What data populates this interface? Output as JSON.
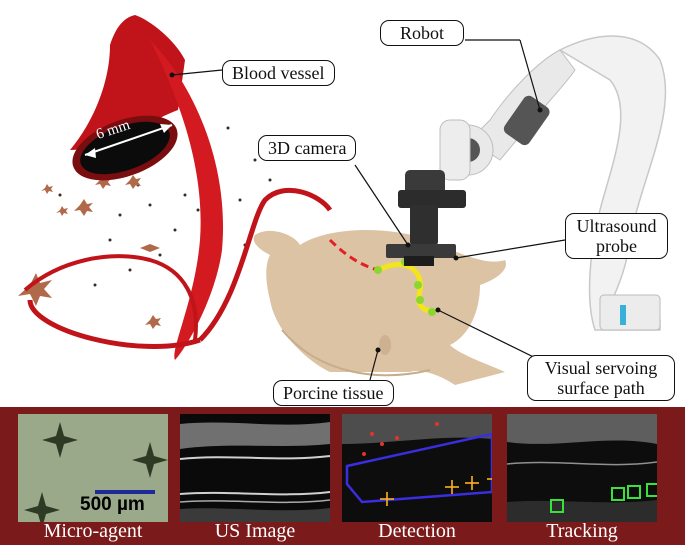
{
  "labels": {
    "robot": "Robot",
    "blood_vessel": "Blood vessel",
    "dimension": "6 mm",
    "camera": "3D camera",
    "probe_line1": "Ultrasound",
    "probe_line2": "probe",
    "tissue": "Porcine tissue",
    "path_line1": "Visual servoing",
    "path_line2": "surface path"
  },
  "panels": [
    {
      "label": "Micro-agent"
    },
    {
      "label": "US Image"
    },
    {
      "label": "Detection"
    },
    {
      "label": "Tracking"
    }
  ],
  "scale_bar": "500 µm",
  "colors": {
    "frame": "#7a1a1a",
    "vessel": "#c0141a",
    "tissue": "#dcc3a4",
    "path_yellow": "#f2e51c",
    "path_green": "#8cd630",
    "detection_boundary": "#3a2ee0",
    "track_box": "#39e23a"
  }
}
